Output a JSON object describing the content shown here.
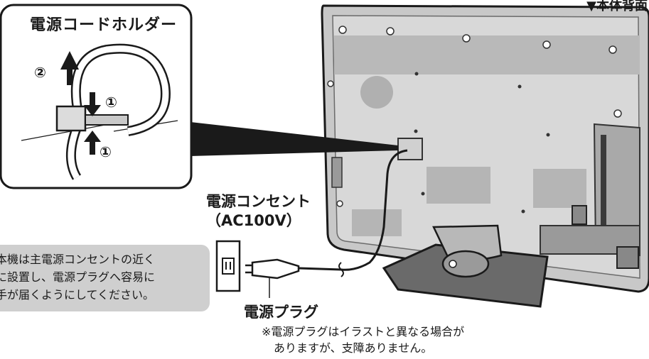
{
  "holder": {
    "title": "電源コードホルダー",
    "step1": "①",
    "step2": "②"
  },
  "rear_label": "▼本体背面",
  "outlet": {
    "line1": "電源コンセント",
    "line2": "（AC100V）"
  },
  "plug": {
    "label": "電源プラグ",
    "note_line1": "※電源プラグはイラストと異なる場合が",
    "note_line2": "ありますが、支障ありません。"
  },
  "notice": {
    "line1": "本機は主電源コンセントの近く",
    "line2": "に設置し、電源プラグへ容易に",
    "line3": "手が届くようにしてください。"
  }
}
